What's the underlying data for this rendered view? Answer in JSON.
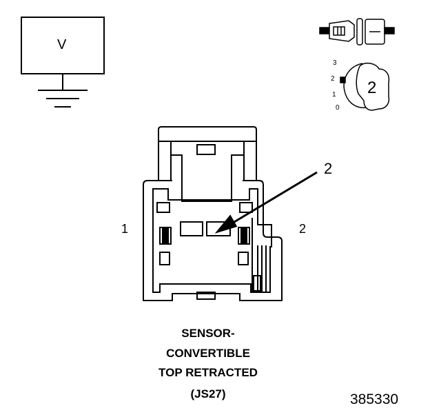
{
  "component_box": {
    "symbol": "V"
  },
  "icon_orientation": {
    "scale_labels": [
      "3",
      "2",
      "1",
      "0"
    ],
    "index_label": "2"
  },
  "connector": {
    "pin_left": "1",
    "pin_right": "2",
    "callout": "2"
  },
  "caption": {
    "lines": [
      "SENSOR-",
      "CONVERTIBLE",
      "TOP RETRACTED",
      "(JS27)"
    ]
  },
  "figure_number": "385330",
  "colors": {
    "ink": "#000000",
    "background": "#ffffff"
  }
}
